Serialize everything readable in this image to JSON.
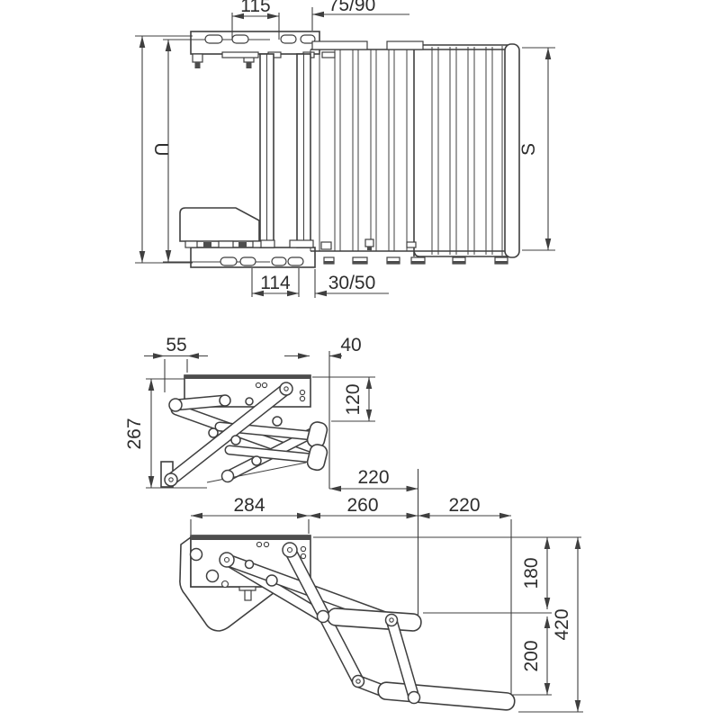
{
  "drawing": {
    "type": "technical-drawing",
    "subject": "double electric folding step - dimensioned views",
    "line_color": "#3f3f3f",
    "background": "#ffffff"
  },
  "dims": {
    "top_view": {
      "mount_slot_spacing_top": "115",
      "front_offset": "75/90",
      "unit_depth_letter": "U",
      "step_width_letter": "S",
      "mount_slot_spacing_bottom": "114",
      "rear_offset": "30/50"
    },
    "folded_view": {
      "bracket_offset": "55",
      "folded_protrusion": "40",
      "folded_height": "267",
      "upper_drop": "120",
      "folded_depth": "220"
    },
    "extended_view": {
      "bracket_width": "284",
      "step1_reach": "260",
      "step2_reach": "220",
      "step1_drop": "180",
      "step2_drop": "200",
      "total_drop": "420"
    }
  }
}
